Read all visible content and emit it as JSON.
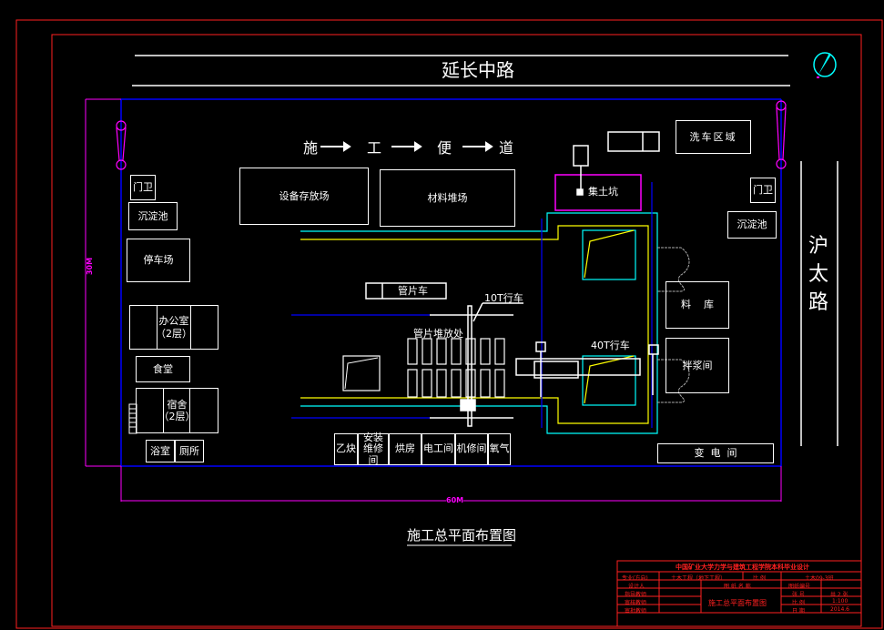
{
  "drawing": {
    "title": "施工总平面布置图",
    "north_arrow": "north-arrow",
    "colors": {
      "frame": "#ff2020",
      "site_boundary": "#0000ff",
      "dimension": "#ff00ff",
      "rail_yellow": "#ffff00",
      "rail_cyan": "#00ffff",
      "outline": "#ffffff",
      "pit": "#ff00ff"
    }
  },
  "roads": {
    "north": "延长中路",
    "east": [
      "沪",
      "太",
      "路"
    ],
    "temp_road": {
      "chars": [
        "施",
        "工",
        "便",
        "道"
      ]
    }
  },
  "dimensions": {
    "vertical": "30M",
    "horizontal": "60M"
  },
  "facilities": {
    "gate_left": "门卫",
    "sed_left": "沉淀池",
    "parking": "停车场",
    "office": [
      "办公室",
      "（2层）"
    ],
    "canteen": "食堂",
    "dorm": [
      "宿舍",
      "（2层）"
    ],
    "bath": "浴室",
    "toilet": "厕所",
    "equip_yard": "设备存放场",
    "material_yard": "材料堆场",
    "soil_pit": "集土坑",
    "car_wash": "洗车区域",
    "gate_right": "门卫",
    "sed_right": "沉淀池",
    "storage": "料    库",
    "mixing": "拌浆间",
    "substation": "变  电  间",
    "segment_truck": "管片车",
    "crane_10t": "10T行车",
    "segment_stack": "管片堆放处",
    "crane_40t": "40T行车"
  },
  "bottom_row": [
    {
      "label": "乙炔"
    },
    {
      "label": "安装\n维修间"
    },
    {
      "label": "烘房"
    },
    {
      "label": "电工间"
    },
    {
      "label": "机修间"
    },
    {
      "label": "氧气"
    }
  ],
  "title_block": {
    "header": "中国矿业大学力学与建筑工程学院本科毕业设计",
    "rows": [
      {
        "c1": "专业(方向)",
        "c2": "土木工程（地下工程）",
        "c3": "比  例",
        "c4": "土木09-3班"
      },
      {
        "c1": "设计人",
        "c2": "",
        "c3": "图 纸 名 称",
        "c4": "图纸编号",
        "c5": ""
      },
      {
        "c1": "指导教师",
        "c2": "",
        "c3": "施工总平面布置图",
        "c4": "张  号",
        "c5": "共 2 张"
      },
      {
        "c1": "审核教师",
        "c2": "",
        "c4": "比  例",
        "c5": "1:100"
      },
      {
        "c1": "审批教师",
        "c2": "",
        "c4": "日  期",
        "c5": "2014.6"
      }
    ]
  }
}
